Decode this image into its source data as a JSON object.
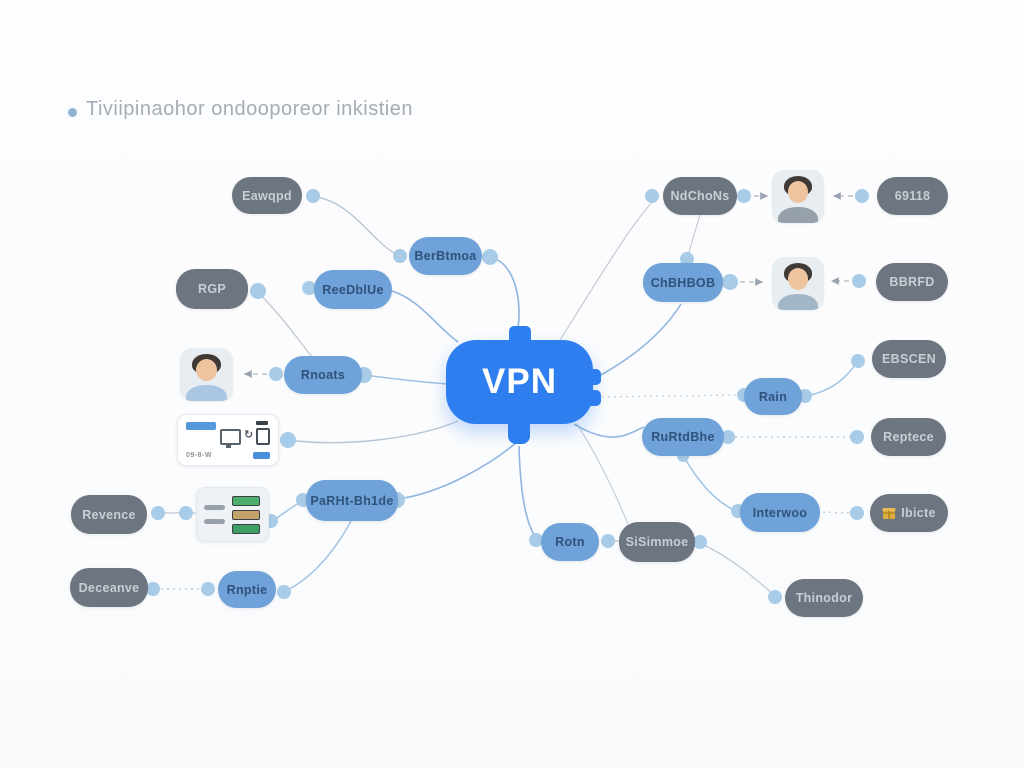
{
  "title": {
    "text": "Tiviipinaohor ondooporeor inkistien"
  },
  "center": {
    "label": "VPN"
  },
  "nodes": {
    "eawqpd": {
      "label": "Eawqpd"
    },
    "berbtmoa": {
      "label": "BerBtmoa"
    },
    "reedblue": {
      "label": "ReeDblUe"
    },
    "rgp": {
      "label": "RGP"
    },
    "rnoats": {
      "label": "Rnoats"
    },
    "revence": {
      "label": "Revence"
    },
    "parht": {
      "label": "PaRHt-Bh1de"
    },
    "deceanve": {
      "label": "Deceanve"
    },
    "rnptie": {
      "label": "Rnptie"
    },
    "rotn": {
      "label": "Rotn"
    },
    "sisimmoe": {
      "label": "SiSimmoe"
    },
    "ndchons": {
      "label": "NdChoNs"
    },
    "num69118": {
      "label": "69118"
    },
    "chbhbob": {
      "label": "ChBHBOB"
    },
    "bbrfd": {
      "label": "BBRFD"
    },
    "rain": {
      "label": "Rain"
    },
    "ebscen": {
      "label": "EBSCEN"
    },
    "rurtdbhe": {
      "label": "RuRtdBhe"
    },
    "reptece": {
      "label": "Reptece"
    },
    "interwoo": {
      "label": "Interwoo"
    },
    "ibicte": {
      "label": "Ibicte"
    },
    "thinodor": {
      "label": "Thinodor"
    }
  },
  "cards": {
    "diagram_card": {
      "caption": "09-8-W"
    }
  },
  "colors": {
    "center_blue": "#2e7ef0",
    "node_blue": "#6fa2d9",
    "node_gray": "#6d7580",
    "connector_dot": "#a8cbe7",
    "edge_blue": "#8fb6e0",
    "edge_gray": "#c0c9d4",
    "gift_icon_yellow": "#dcae3f"
  }
}
